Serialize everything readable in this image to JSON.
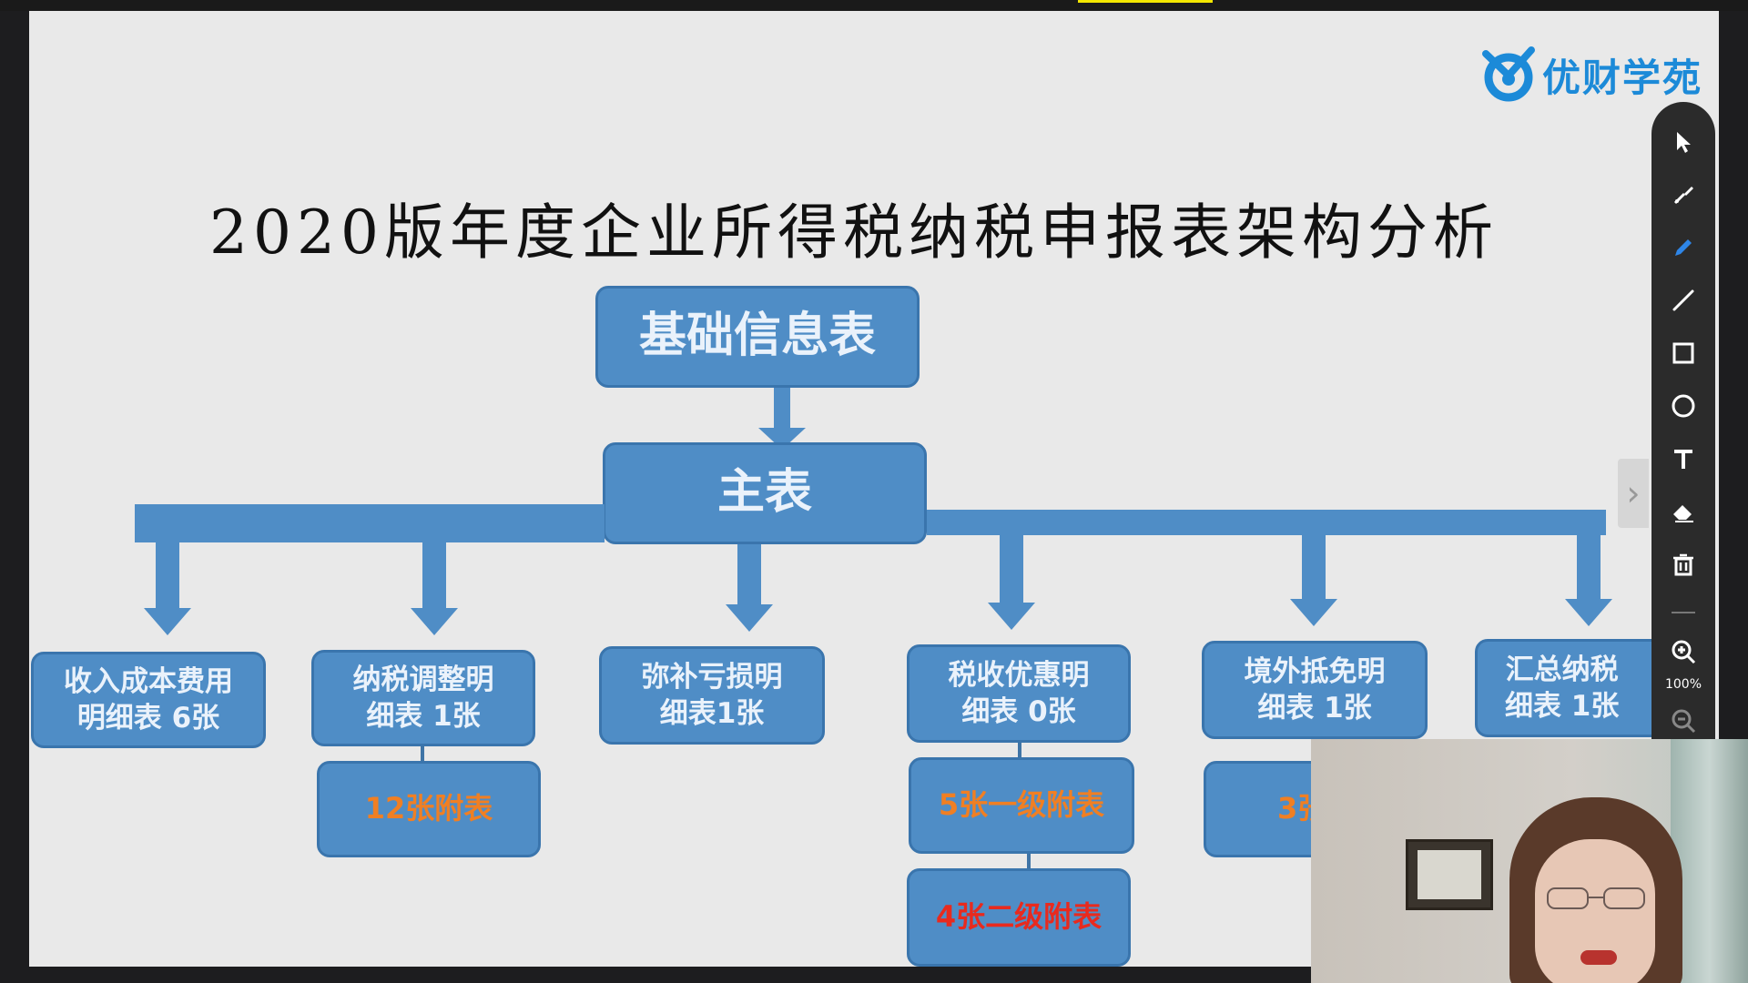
{
  "slide": {
    "title": "2020版年度企业所得税纳税申报表架构分析",
    "logo_text": "优财学苑"
  },
  "diagram": {
    "root": "基础信息表",
    "main": "主表",
    "children": [
      {
        "line1": "收入成本费用",
        "line2": "明细表 6张"
      },
      {
        "line1": "纳税调整明",
        "line2": "细表  1张",
        "attachment": "12张附表"
      },
      {
        "line1": "弥补亏损明",
        "line2": "细表1张"
      },
      {
        "line1": "税收优惠明",
        "line2": "细表 0张",
        "attachment": "5张一级附表",
        "attachment2": "4张二级附表"
      },
      {
        "line1": "境外抵免明",
        "line2": "细表  1张",
        "attachment": "3张"
      },
      {
        "line1": "汇总纳税",
        "line2": "细表 1张"
      }
    ]
  },
  "toolbar": {
    "tools": [
      "select-arrow-icon",
      "laser-pointer-icon",
      "pen-icon",
      "line-icon",
      "rectangle-icon",
      "circle-icon",
      "text-icon",
      "eraser-icon",
      "trash-icon",
      "zoom-in-icon",
      "zoom-out-icon"
    ],
    "zoom_level": "100%"
  },
  "colors": {
    "box_fill": "#4f8dc6",
    "box_border": "#3a75ad",
    "attachment_orange": "#f07f23",
    "attachment_red": "#e82a1e",
    "logo_blue": "#1c8ad8"
  }
}
